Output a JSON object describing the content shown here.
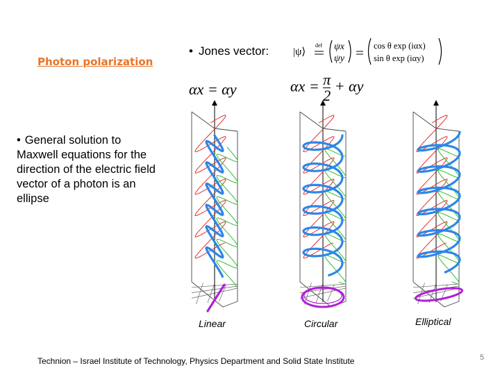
{
  "title": "Photon polarization",
  "jones": {
    "label": "Jones vector:",
    "lhs": "|ψ⟩",
    "def": "def",
    "vec1_top": "ψx",
    "vec1_bottom": "ψy",
    "vec2_top": "cos θ exp (iαx)",
    "vec2_bottom": "sin θ exp (iαy)"
  },
  "conditions": {
    "linear": "αx = αy",
    "circular_lhs": "αx = ",
    "circular_num": "π",
    "circular_den": "2",
    "circular_rhs": "+ αy"
  },
  "body": {
    "text": "General solution to Maxwell equations for the direction of the electric field vector of a photon is an ellipse"
  },
  "captions": {
    "linear": "Linear",
    "circular": "Circular",
    "elliptical": "Elliptical"
  },
  "footer": "Technion – Israel Institute of Technology, Physics Department and Solid State Institute",
  "page_number": "5",
  "colors": {
    "title": "#e8752a",
    "blue_wave": "#2d86e8",
    "red_wave": "#e03030",
    "green_wave": "#33bb33",
    "purple_ellipse": "#b020d8"
  }
}
